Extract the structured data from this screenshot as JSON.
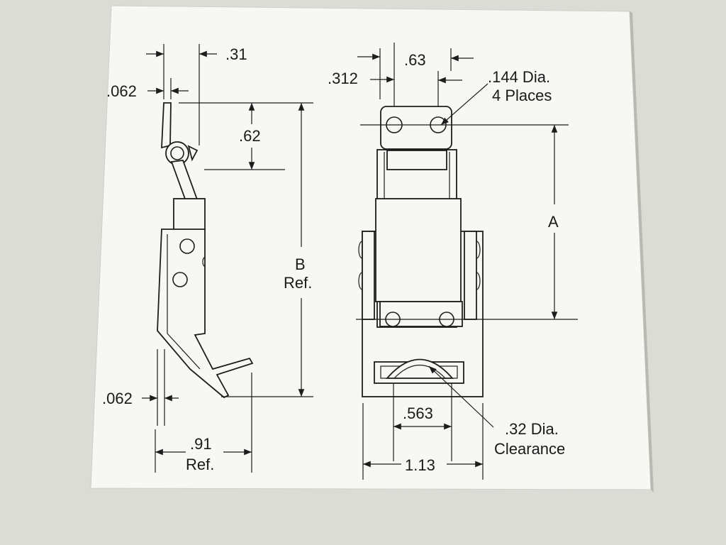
{
  "drawing": {
    "side_view": {
      "dim_top_width": ".31",
      "dim_top_thickness": ".062",
      "dim_height": ".62",
      "dim_bottom_thickness": ".062",
      "dim_width_value": ".91",
      "dim_width_ref": "Ref.",
      "dim_overall_label": "B",
      "dim_overall_ref": "Ref."
    },
    "front_view": {
      "dim_hole_spacing": ".63",
      "dim_hole_offset": ".312",
      "hole_note_line1": ".144 Dia.",
      "hole_note_line2": "4 Places",
      "dim_a_label": "A",
      "dim_inner_width": ".563",
      "clearance_line1": ".32 Dia.",
      "clearance_line2": "Clearance",
      "dim_total_width": "1.13"
    }
  }
}
